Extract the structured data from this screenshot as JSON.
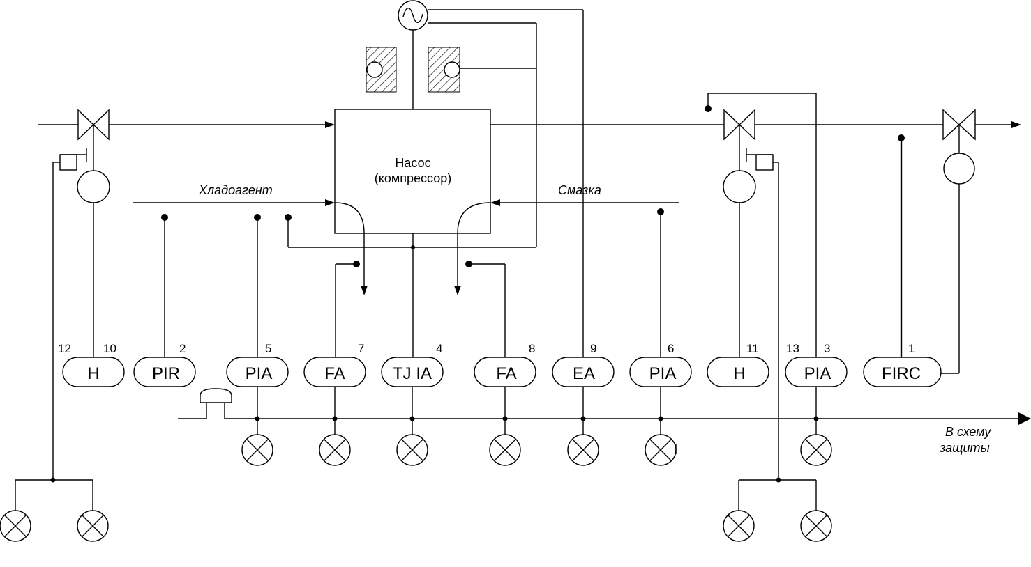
{
  "pump": {
    "line1": "Насос",
    "line2": "(компрессор)"
  },
  "flows": {
    "refrigerant": "Хладоагент",
    "lubricant": "Смазка"
  },
  "output": {
    "line1": "В схему",
    "line2": "защиты"
  },
  "instruments": [
    {
      "code": "H",
      "nums": [
        "12",
        "10"
      ]
    },
    {
      "code": "PIR",
      "nums": [
        "2"
      ]
    },
    {
      "code": "PIA",
      "nums": [
        "5"
      ]
    },
    {
      "code": "FA",
      "nums": [
        "7"
      ]
    },
    {
      "code": "TJ IA",
      "nums": [
        "4"
      ]
    },
    {
      "code": "FA",
      "nums": [
        "8"
      ]
    },
    {
      "code": "EA",
      "nums": [
        "9"
      ]
    },
    {
      "code": "PIA",
      "nums": [
        "6"
      ]
    },
    {
      "code": "H",
      "nums": [
        "11"
      ]
    },
    {
      "code": "PIA",
      "nums": [
        "13",
        "3"
      ]
    },
    {
      "code": "FIRC",
      "nums": [
        "1"
      ]
    }
  ],
  "colors": {
    "line": "#000000",
    "background": "#ffffff"
  }
}
